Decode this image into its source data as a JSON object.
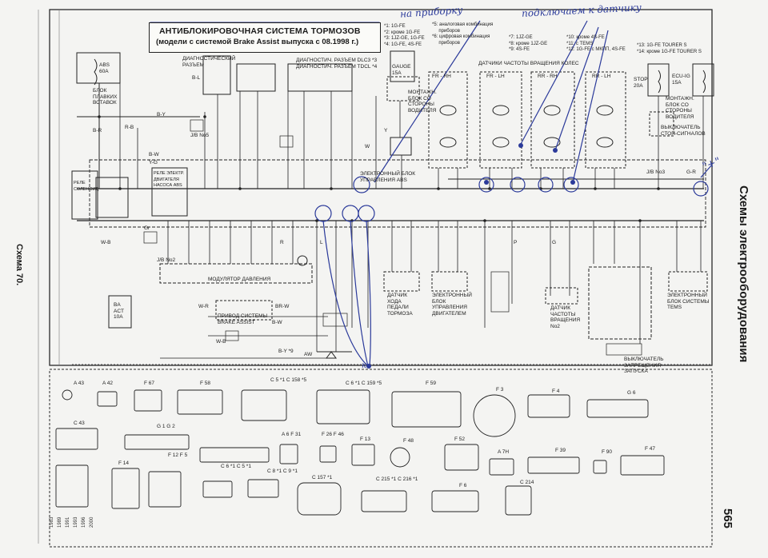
{
  "title": {
    "line1": "АНТИБЛОКИРОВОЧНАЯ СИСТЕМА ТОРМОЗОВ",
    "line2": "(модели с системой Brake Assist выпуска с 08.1998 г.)"
  },
  "side_title": "Схемы электрооборудования",
  "page_number": "565",
  "schema_label": "Схема 70.",
  "notes": {
    "col1": "*1: 1G-FE\n*2: кроме 1G-FE\n*3: 1JZ-GE, 1G-FE\n*4: 1G-FE, 4S-FE",
    "col2": "*5: аналоговая комбинация\n     приборов\n*6: цифровая комбинация\n     приборов",
    "col3": "*7: 1JZ-GE\n*8: кроме 1JZ-GE\n*9: 4S-FE",
    "col4": "*10: кроме 4S-FE\n*11: с TEMS\n*12: 1G-FE с МКПП, 4S-FE",
    "col5": "*13: 1G-FE TOURER S\n*14: кроме 1G-FE TOURER S"
  },
  "handwriting": {
    "note_dash": "на приборку",
    "note_sensor": "подключаем к датчику",
    "plus": "\"+\"",
    "mark_k": "к"
  },
  "components": {
    "fuse_block": "БЛОК\nПЛАВКИХ\nВСТАВОК",
    "fuse_abs": "ABS\n60A",
    "diag_connector": "ДИАГНОСТИЧЕСКИЙ\nРАЗЪЕМ",
    "diag_dlc3": "ДИАГНОСТИЧ. РАЗЪЕМ DLC3 *3",
    "diag_tdcl": "ДИАГНОСТИЧ. РАЗЪЕМ TDCL *4",
    "gauge": "GAUGE\n15A",
    "mount_driver": "МОНТАЖН.\nБЛОК СО\nСТОРОНЫ\nВОДИТЕЛЯ",
    "wheel_sensors": "ДАТЧИКИ ЧАСТОТЫ ВРАЩЕНИЯ КОЛЕС",
    "stop_fuse": "STOP\n20A",
    "ecu_ig": "ECU-IG\n15A",
    "mount_driver_right": "МОНТАЖН.\nБЛОК СО\nСТОРОНЫ\nВОДИТЕЛЯ",
    "stop_switch": "ВЫКЛЮЧАТЕЛЬ\nСТОП-СИГНАЛОВ",
    "abs_ecu": "ЭЛЕКТРОННЫЙ БЛОК\nУПРАВЛЕНИЯ ABS",
    "relay_block": "РЕЛЕ\nСОЛЕНОИД",
    "relay_motor": "РЕЛЕ ЭЛЕКТР.\nДВИГАТЕЛЯ\nНАСОСА ABS",
    "pressure_modulator": "МОДУЛЯТОР ДАВЛЕНИЯ",
    "ba_fuse": "BA\nACT\n10A",
    "brake_assist_drive": "ПРИВОД СИСТЕМЫ\nBRAKE ASSIST",
    "pedal_sensor": "ДАТЧИК\nХОДА\nПЕДАЛИ\nТОРМОЗА",
    "engine_ecu": "ЭЛЕКТРОННЫЙ\nБЛОК\nУПРАВЛЕНИЯ\nДВИГАТЕЛЕМ",
    "speed_sensor": "ДАТЧИК\nЧАСТОТЫ\nВРАЩЕНИЯ\nNo2",
    "tems_ecu": "ЭЛЕКТРОННЫЙ\nБЛОК СИСТЕМЫ\nTEMS",
    "start_switch": "ВЫКЛЮЧАТЕЛЬ\nЗАПРЕЩЕНИЯ\nЗАПУСКА",
    "jb2": "J/B No2",
    "jb5": "J/B No5",
    "jb3": "J/B No3",
    "fr_rh": "FR - RH",
    "fr_lh": "FR - LH",
    "rr_rh": "RR - RH",
    "rr_lh": "RR - LH"
  },
  "wires": [
    "B-Y",
    "B-W",
    "W-B",
    "B-R",
    "R-B",
    "G-R",
    "Y-G",
    "W-R",
    "BR-W",
    "B-L",
    "Gr",
    "L",
    "R",
    "W",
    "Y",
    "G",
    "P"
  ],
  "ground_marks": [
    "AW",
    "W-B",
    "B-W",
    "B-Y *9"
  ],
  "connectors_row1": [
    "A 43",
    "A 42",
    "F 67",
    "F 58",
    "C 5  *1\nC 158 *5",
    "C 6  *1\nC 159 *5",
    "F 59",
    "F 3",
    "F 4",
    "G 6"
  ],
  "connectors_row2": [
    "C 43",
    "G 1\nG 2",
    "A 6\nF 31",
    "F 26\nF 46",
    "F 13",
    "F 48",
    "F 52",
    "A 7H",
    "F 39",
    "F 90",
    "F 47"
  ],
  "connectors_row3": [
    "F 14",
    "F 12\nF 5",
    "C 6 *1\nC 5 *1",
    "C 8 *1\nC 9 *1",
    "C 157 *1",
    "C 215 *1\nC 216 *1",
    "F 6",
    "C 214"
  ],
  "margin_stamps": [
    "1983",
    "1989",
    "1991",
    "1993",
    "1996",
    "2000"
  ],
  "colors": {
    "ink": "#1b1b1b",
    "pen": "#2b3a9a",
    "paper": "#f4f4f2"
  }
}
